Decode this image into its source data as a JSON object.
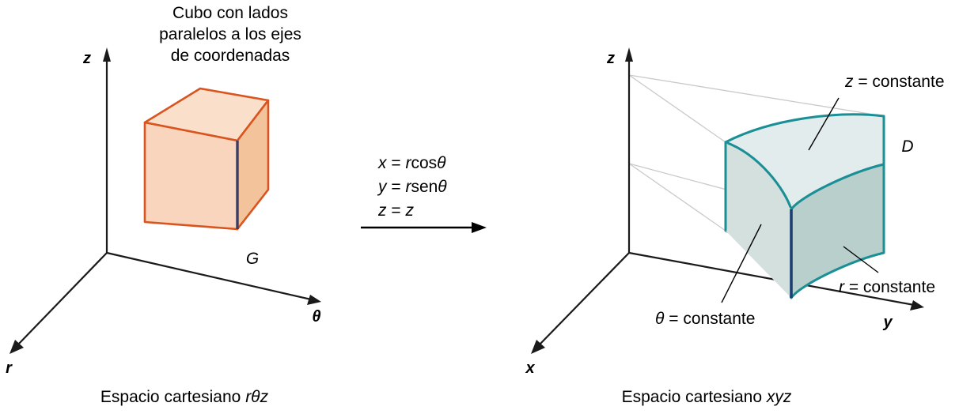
{
  "figure": {
    "type": "cylindrical-coordinate-transformation-diagram",
    "background_color": "#ffffff"
  },
  "left_panel": {
    "title": {
      "line1": "Cubo con lados",
      "line2": "paralelos a los ejes",
      "line3": "de coordenadas"
    },
    "caption_prefix": "Espacio cartesiano ",
    "caption_italic": "rθz",
    "axes": [
      {
        "name": "z-axis",
        "label": "z",
        "direction": "up"
      },
      {
        "name": "theta-axis",
        "label": "θ",
        "direction": "right"
      },
      {
        "name": "r-axis",
        "label": "r",
        "direction": "down-left"
      }
    ],
    "solid": {
      "label": "G",
      "shape": "cube",
      "edge_color": "#d9541e",
      "front_face_color": "#f8d5bc",
      "top_face_color": "#fadfcb",
      "side_face_color": "#f3c39c",
      "highlight_edge_color": "#3c3c64"
    }
  },
  "transform": {
    "equations": [
      {
        "lhs": "x",
        "rhs_prefix": "r",
        "rhs_func": "cos",
        "rhs_var": "θ"
      },
      {
        "lhs": "y",
        "rhs_prefix": "r",
        "rhs_func": "sen",
        "rhs_var": "θ"
      },
      {
        "lhs": "z",
        "rhs_prefix": "",
        "rhs_func": "",
        "rhs_var": "z"
      }
    ],
    "arrow": "arrow-right"
  },
  "right_panel": {
    "caption_prefix": "Espacio cartesiano ",
    "caption_italic": "xyz",
    "axes": [
      {
        "name": "z-axis",
        "label": "z",
        "direction": "up"
      },
      {
        "name": "y-axis",
        "label": "y",
        "direction": "right"
      },
      {
        "name": "x-axis",
        "label": "x",
        "direction": "down-left"
      }
    ],
    "solid": {
      "label": "D",
      "shape": "curved-wedge",
      "edge_color": "#1a8f96",
      "left_face_color": "#d3e0dd",
      "top_face_color": "#e3ecec",
      "right_face_color": "#b8cfcc",
      "highlight_edge_color": "#1c3f73"
    },
    "annotations": [
      {
        "name": "z-constant",
        "var": "z",
        "text": " = constante"
      },
      {
        "name": "r-constant",
        "var": "r",
        "text": " = constante"
      },
      {
        "name": "theta-constant",
        "var": "θ",
        "text": " = constante"
      }
    ]
  }
}
